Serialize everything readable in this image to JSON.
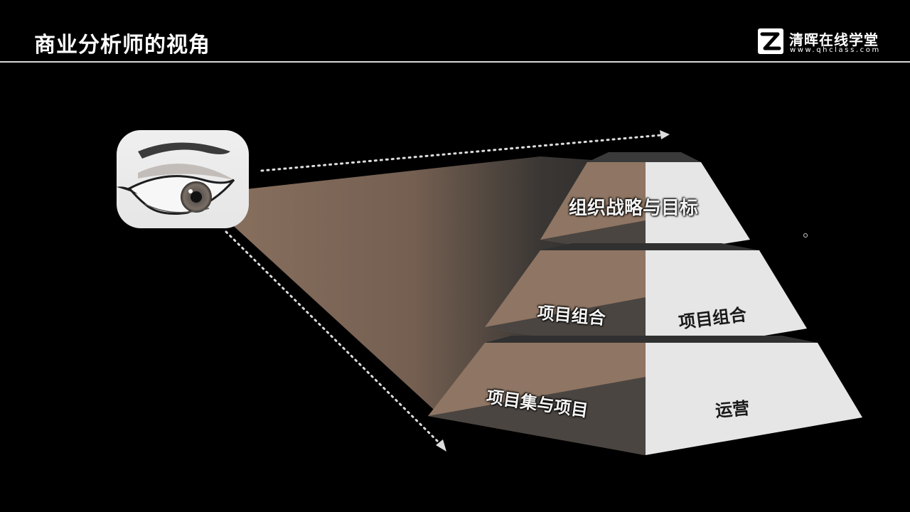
{
  "header": {
    "title": "商业分析师的视角"
  },
  "logo": {
    "name": "清晖在线学堂",
    "url": "www.qhclass.com"
  },
  "diagram": {
    "eye_icon": "eye-icon",
    "tiers": [
      {
        "left_label": "组织战略与目标",
        "right_label": ""
      },
      {
        "left_label": "项目组合",
        "right_label": "项目组合"
      },
      {
        "left_label": "项目集与项目",
        "right_label": "运营"
      }
    ]
  },
  "colors": {
    "background": "#000000",
    "beam": "#8f7563",
    "left_face": "#8f7563",
    "right_face": "#e6e6e6",
    "divider": "#d9d9d9"
  }
}
